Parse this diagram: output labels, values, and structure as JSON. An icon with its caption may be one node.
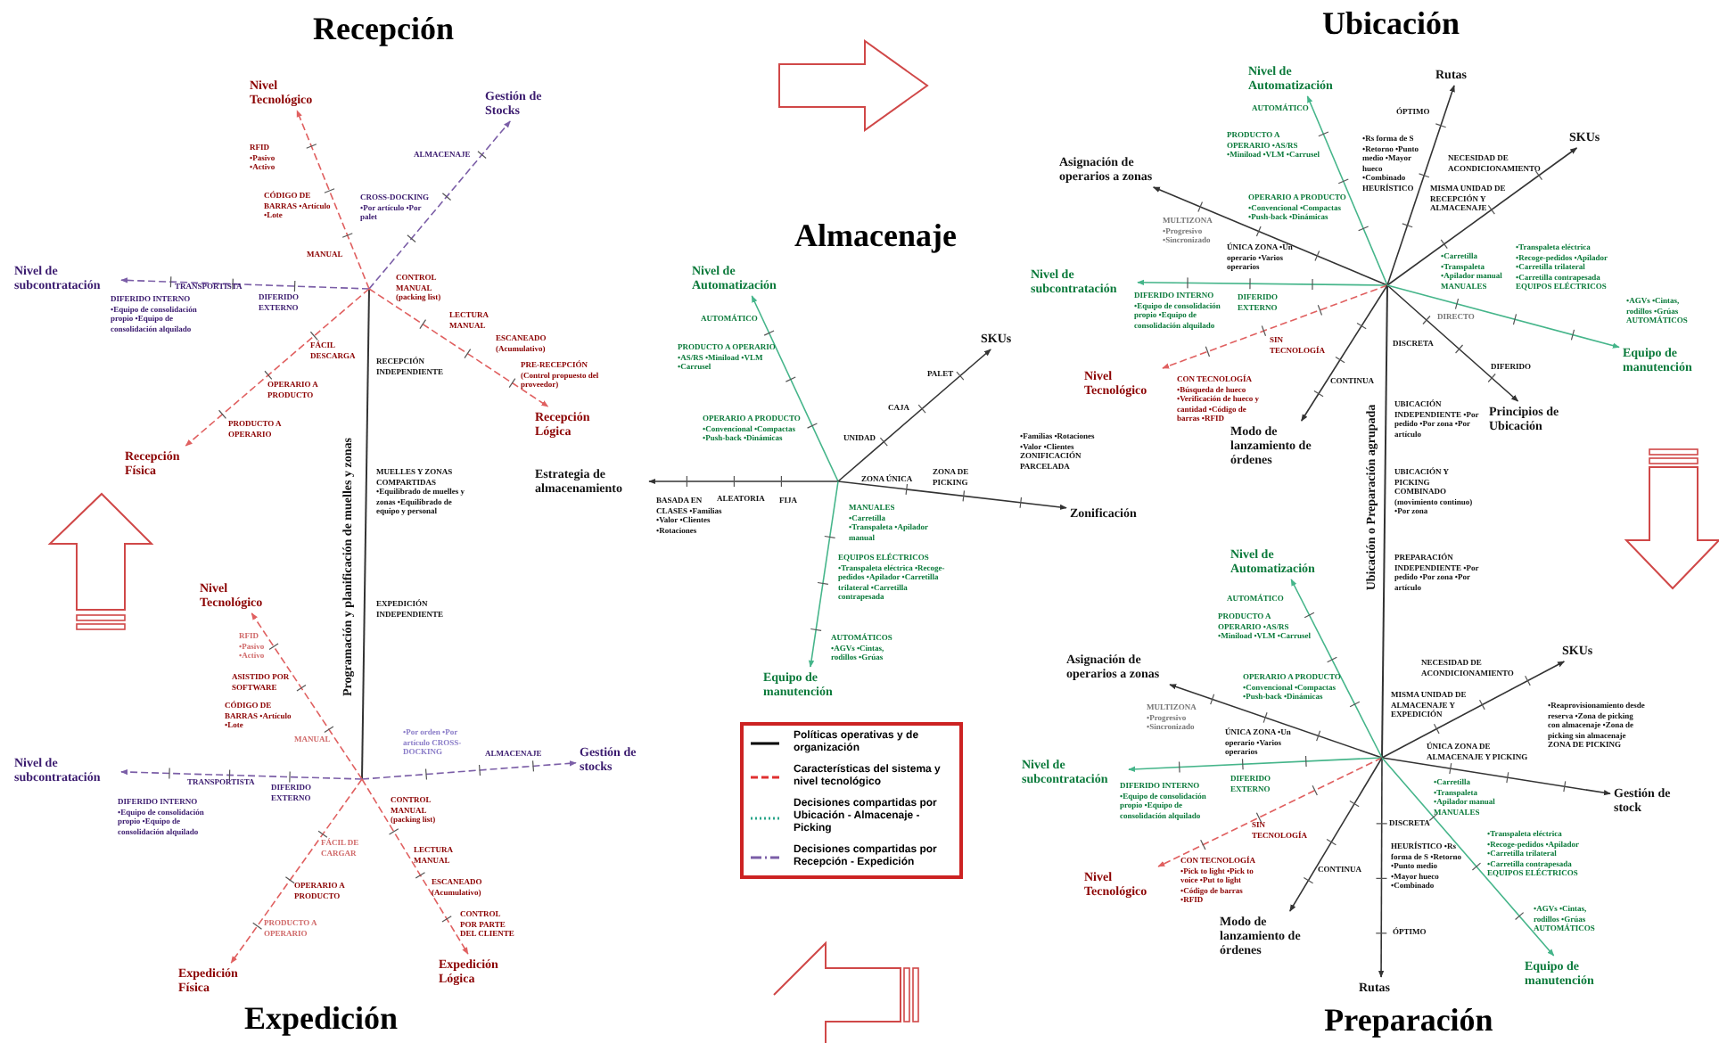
{
  "diagram": {
    "nodes": [
      {
        "text": [
          "Nivel Tecnológico"
        ]
      },
      {
        "text": [
          "Gestión de Stocks"
        ]
      },
      {
        "text": [
          "Nivel de subcontratación"
        ]
      },
      {
        "text": [
          "Recepción Lógica"
        ]
      },
      {
        "text": [
          "Recepción Física"
        ]
      },
      {
        "text": [
          "Nivel Tecnológico"
        ]
      },
      {
        "text": [
          "Gestión de stocks"
        ]
      },
      {
        "text": [
          "Nivel de subcontratación"
        ]
      },
      {
        "text": [
          "Expedición Lógica"
        ]
      },
      {
        "text": [
          "Expedición Física"
        ]
      },
      {
        "text": [
          "Nivel de Automatización"
        ]
      },
      {
        "text": [
          "SKUs"
        ]
      },
      {
        "text": [
          "Estrategia de almacenamiento"
        ]
      },
      {
        "text": [
          "Zonificación"
        ]
      },
      {
        "text": [
          "Equipo de manutención"
        ]
      },
      {
        "text": [
          "Nivel de Automatización"
        ]
      },
      {
        "text": [
          "Rutas"
        ]
      },
      {
        "text": [
          "SKUs"
        ]
      },
      {
        "text": [
          "Asignación de operarios a zonas"
        ]
      },
      {
        "text": [
          "Nivel de subcontratación"
        ]
      },
      {
        "text": [
          "Nivel Tecnológico"
        ]
      },
      {
        "text": [
          "Modo de lanzamiento de órdenes"
        ]
      },
      {
        "text": [
          "Principios de Ubicación"
        ]
      },
      {
        "text": [
          "Equipo de manutención"
        ]
      },
      {
        "text": [
          "Nivel de Automatización"
        ]
      },
      {
        "text": [
          "SKUs"
        ]
      },
      {
        "text": [
          "Asignación de operarios a zonas"
        ]
      },
      {
        "text": [
          "Nivel de subcontratación"
        ]
      },
      {
        "text": [
          "Gestión de stock"
        ]
      },
      {
        "text": [
          "Nivel Tecnológico"
        ]
      },
      {
        "text": [
          "Modo de lanzamiento de órdenes"
        ]
      },
      {
        "text": [
          "Rutas"
        ]
      },
      {
        "text": [
          "Equipo de manutención"
        ]
      }
    ],
    "edges": [
      {
        "from": null,
        "to": 0,
        "arrow": "to",
        "style": "dashed",
        "color": "#e06060"
      },
      {
        "from": null,
        "to": 1,
        "arrow": "to",
        "style": "dashed",
        "color": "#7b5ea7"
      },
      {
        "from": null,
        "to": 2,
        "arrow": "to",
        "style": "dashed",
        "color": "#7b5ea7"
      },
      {
        "from": null,
        "to": 3,
        "arrow": "to",
        "style": "dashed",
        "color": "#e06060"
      },
      {
        "from": null,
        "to": 4,
        "arrow": "to",
        "style": "dashed",
        "color": "#e06060"
      },
      {
        "from": null,
        "to": 5,
        "arrow": "to",
        "style": "dashed",
        "color": "#e06060"
      },
      {
        "from": null,
        "to": 6,
        "arrow": "to",
        "style": "dashed",
        "color": "#7b5ea7"
      },
      {
        "from": null,
        "to": 7,
        "arrow": "to",
        "style": "dashed",
        "color": "#7b5ea7"
      },
      {
        "from": null,
        "to": 8,
        "arrow": "to",
        "style": "dashed",
        "color": "#e06060"
      },
      {
        "from": null,
        "to": 9,
        "arrow": "to",
        "style": "dashed",
        "color": "#e06060"
      },
      {
        "from": null,
        "to": 10,
        "arrow": "to",
        "color": "#45b58a"
      },
      {
        "from": null,
        "to": 11,
        "arrow": "to"
      },
      {
        "from": null,
        "to": 12,
        "arrow": "to"
      },
      {
        "from": null,
        "to": 13,
        "arrow": "to"
      },
      {
        "from": null,
        "to": 14,
        "arrow": "to",
        "color": "#45b58a"
      },
      {
        "from": null,
        "to": 15,
        "arrow": "to",
        "color": "#45b58a"
      },
      {
        "from": null,
        "to": 16,
        "arrow": "to"
      },
      {
        "from": null,
        "to": 17,
        "arrow": "to"
      },
      {
        "from": null,
        "to": 18,
        "arrow": "to"
      },
      {
        "from": null,
        "to": 19,
        "arrow": "to",
        "color": "#45b58a"
      },
      {
        "from": null,
        "to": 20,
        "arrow": "to",
        "style": "dashed",
        "color": "#e06060"
      },
      {
        "from": null,
        "to": 21,
        "arrow": "to"
      },
      {
        "from": null,
        "to": 22,
        "arrow": "to"
      },
      {
        "from": null,
        "to": 23,
        "arrow": "to",
        "color": "#45b58a"
      },
      {
        "from": null,
        "to": 24,
        "arrow": "to",
        "color": "#45b58a"
      },
      {
        "from": null,
        "to": 25,
        "arrow": "to"
      },
      {
        "from": null,
        "to": 26,
        "arrow": "to"
      },
      {
        "from": null,
        "to": 27,
        "arrow": "to",
        "color": "#45b58a"
      },
      {
        "from": null,
        "to": 28,
        "arrow": "to"
      },
      {
        "from": null,
        "to": 29,
        "arrow": "to",
        "style": "dashed",
        "color": "#e06060"
      },
      {
        "from": null,
        "to": 30,
        "arrow": "to"
      },
      {
        "from": null,
        "to": 31,
        "arrow": "to"
      },
      {
        "from": null,
        "to": 32,
        "arrow": "to",
        "color": "#45b58a"
      }
    ],
    "labels": [
      "Recepción",
      "RFID •Pasivo •Activo",
      "CÓDIGO DE BARRAS •Artículo •Lote",
      "MANUAL",
      "ALMACENAJE",
      "CROSS-DOCKING •Por artículo •Por palet",
      "DIFERIDO INTERNO •Equipo de consolidación propio •Equipo de consolidación alquilado",
      "TRANSPORTISTA",
      "DIFERIDO EXTERNO",
      "CONTROL MANUAL (packing list)",
      "LECTURA MANUAL",
      "ESCANEADO (Acumulativo)",
      "PRE-RECEPCIÓN (Control propuesto del proveedor)",
      "FÁCIL DESCARGA",
      "OPERARIO A PRODUCTO",
      "PRODUCTO A OPERARIO",
      "Programación y planificación de muelles y zonas",
      "RECEPCIÓN INDEPENDIENTE",
      "MUELLES Y ZONAS COMPARTIDAS •Equilibrado de muelles y zonas •Equilibrado de equipo y personal",
      "EXPEDICIÓN INDEPENDIENTE",
      "RFID •Pasivo •Activo",
      "ASISTIDO POR SOFTWARE",
      "CÓDIGO DE BARRAS •Artículo •Lote",
      "MANUAL",
      "•Por orden •Por artículo CROSS-DOCKING",
      "ALMACENAJE",
      "DIFERIDO INTERNO •Equipo de consolidación propio •Equipo de consolidación alquilado",
      "TRANSPORTISTA",
      "DIFERIDO EXTERNO",
      "CONTROL MANUAL (packing list)",
      "LECTURA MANUAL",
      "ESCANEADO (Acumulativo)",
      "CONTROL POR PARTE DEL CLIENTE",
      "FÁCIL DE CARGAR",
      "OPERARIO A PRODUCTO",
      "PRODUCTO A OPERARIO",
      "Expedición",
      "Almacenaje",
      "AUTOMÁTICO",
      "PRODUCTO A OPERARIO •AS/RS •Miniload •VLM •Carrusel",
      "OPERARIO A PRODUCTO •Convencional •Compactas •Push-back •Dinámicas",
      "UNIDAD",
      "CAJA",
      "PALET",
      "BASADA EN CLASES •Familias •Valor •Clientes •Rotaciones",
      "ALEATORIA",
      "FIJA",
      "ZONA ÚNICA",
      "ZONA DE PICKING",
      "•Familias •Rotaciones •Valor •Clientes ZONIFICACIÓN PARCELADA",
      "MANUALES •Carretilla •Transpaleta •Apilador manual",
      "EQUIPOS ELÉCTRICOS •Transpaleta eléctrica •Recoge-pedidos •Apilador •Carretilla trilateral •Carretilla contrapesada",
      "AUTOMÁTICOS •AGVs •Cintas, rodillos •Grúas",
      "Ubicación",
      "AUTOMÁTICO",
      "PRODUCTO A OPERARIO •AS/RS •Miniload •VLM •Carrusel",
      "OPERARIO A PRODUCTO •Convencional •Compactas •Push-back •Dinámicas",
      "ÓPTIMO",
      "•Rs forma de S •Retorno •Punto medio •Mayor hueco •Combinado HEURÍSTICO",
      "NECESIDAD DE ACONDICIONAMIENTO",
      "MISMA UNIDAD DE RECEPCIÓN Y ALMACENAJE",
      "MULTIZONA •Progresivo •Sincronizado",
      "ÚNICA ZONA •Un operario •Varios operarios",
      "DIFERIDO INTERNO •Equipo de consolidación propio •Equipo de consolidación alquilado",
      "DIFERIDO EXTERNO",
      "SIN TECNOLOGÍA",
      "CON TECNOLOGÍA •Búsqueda de hueco •Verificación de hueco y cantidad •Código de barras •RFID",
      "DISCRETA",
      "CONTINUA",
      "DIRECTO",
      "DIFERIDO",
      "•Carretilla •Transpaleta •Apilador manual MANUALES",
      "•Transpaleta eléctrica •Recoge-pedidos •Apilador •Carretilla trilateral •Carretilla contrapesada EQUIPOS ELÉCTRICOS",
      "•AGVs •Cintas, rodillos •Grúas AUTOMÁTICOS",
      "Ubicación o Preparación agrupada",
      "UBICACIÓN INDEPENDIENTE •Por pedido •Por zona •Por artículo",
      "UBICACIÓN Y PICKING COMBINADO (movimiento continuo) •Por zona",
      "PREPARACIÓN INDEPENDIENTE •Por pedido •Por zona •Por artículo",
      "AUTOMÁTICO",
      "PRODUCTO A OPERARIO •AS/RS •Miniload •VLM •Carrusel",
      "OPERARIO A PRODUCTO •Convencional •Compactas •Push-back •Dinámicas",
      "NECESIDAD DE ACONDICIONAMIENTO",
      "MISMA UNIDAD DE ALMACENAJE Y EXPEDICIÓN",
      "MULTIZONA •Progresivo •Sincronizado",
      "ÚNICA ZONA •Un operario •Varios operarios",
      "DIFERIDO INTERNO •Equipo de consolidación propio •Equipo de consolidación alquilado",
      "DIFERIDO EXTERNO",
      "SIN TECNOLOGÍA",
      "CON TECNOLOGÍA •Pick to light •Pick to voice •Put to light •Código de barras •RFID",
      "DISCRETA",
      "CONTINUA",
      "HEURÍSTICO •Rs forma de S •Retorno •Punto medio •Mayor hueco •Combinado",
      "ÓPTIMO",
      "ÚNICA ZONA DE ALMACENAJE Y PICKING",
      "•Reaprovisionamiento desde reserva •Zona de picking con almacenaje •Zona de picking sin almacenaje ZONA DE PICKING",
      "•Carretilla •Transpaleta •Apilador manual MANUALES",
      "•Transpaleta eléctrica •Recoge-pedidos •Apilador •Carretilla trilateral •Carretilla contrapesada EQUIPOS ELÉCTRICOS",
      "•AGVs •Cintas, rodillos •Grúas AUTOMÁTICOS",
      "Preparación"
    ],
    "legend": [
      {
        "text": "Políticas operativas y de organización"
      },
      {
        "text": "Características del sistema y nivel tecnológico"
      },
      {
        "text": "Decisiones compartidas por Ubicación - Almacenaje - Picking"
      },
      {
        "text": "Decisiones compartidas por Recepción - Expedición"
      }
    ]
  }
}
